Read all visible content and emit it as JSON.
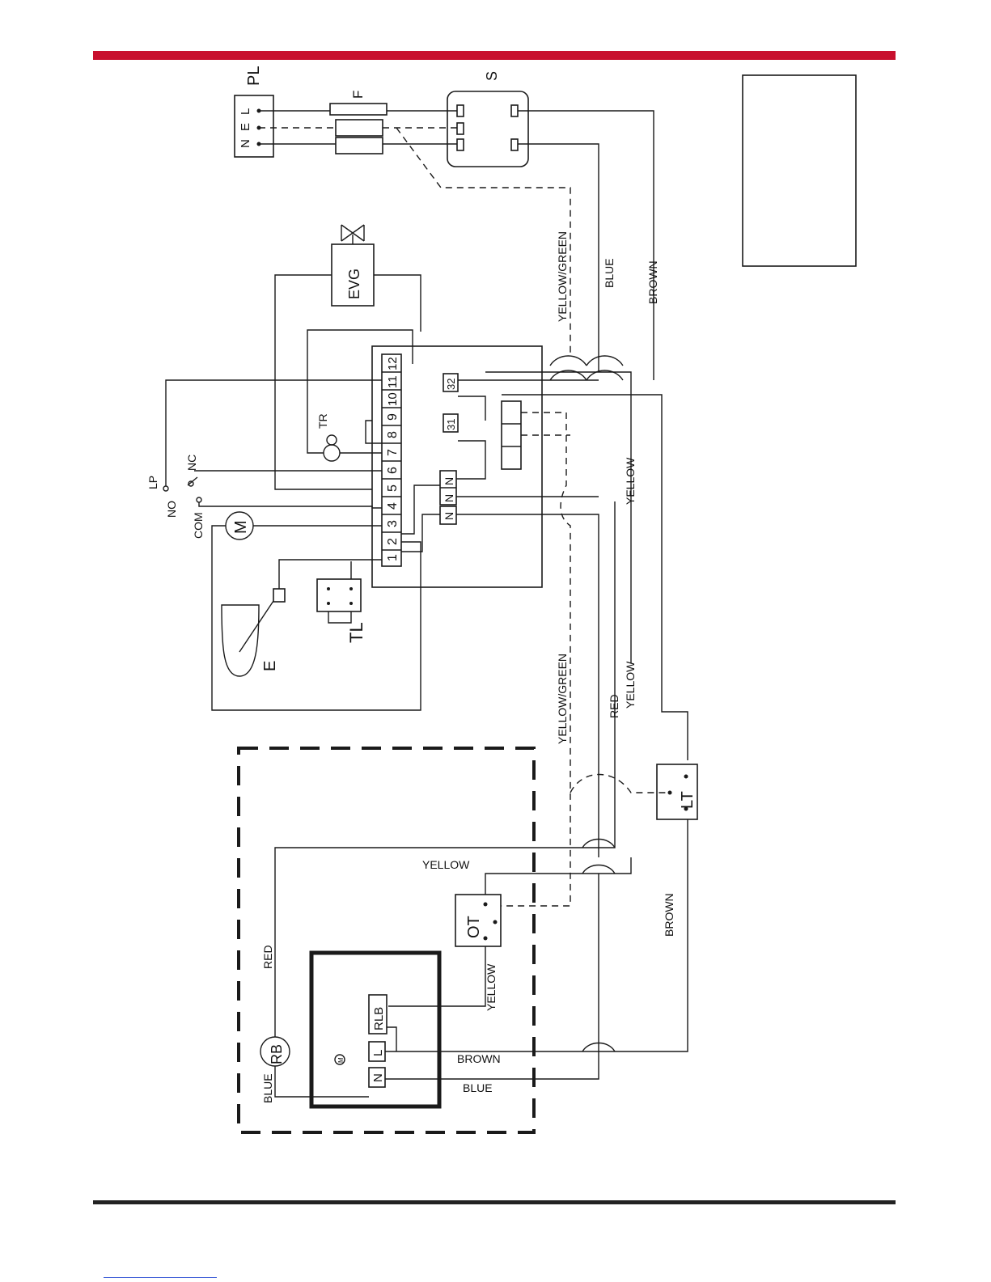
{
  "colors": {
    "header_rule": "#c8102e",
    "footer_rule": "#222222",
    "ink": "#1a1a1a"
  },
  "labels": {
    "PL": "PL",
    "L": "L",
    "E_plug": "E",
    "N": "N",
    "F": "F",
    "S": "S",
    "EVG": "EVG",
    "TR": "TR",
    "LP": "LP",
    "NO": "NO",
    "NC": "NC",
    "COM": "COM",
    "M": "M",
    "E_evap": "E",
    "TL": "TL",
    "terminals": [
      "1",
      "2",
      "3",
      "4",
      "5",
      "6",
      "7",
      "8",
      "9",
      "10",
      "11",
      "12"
    ],
    "N_term": "N",
    "T31": "31",
    "T32": "32",
    "LT": "LT",
    "OT": "OT",
    "RB": "RB",
    "RLB": "RLB",
    "M_small": "M"
  },
  "wire_labels": {
    "yellow_green_top": "YELLOW/GREEN",
    "blue_top": "BLUE",
    "brown_top": "BROWN",
    "yellow_right": "YELLOW",
    "yellow_green_mid": "YELLOW/GREEN",
    "red_mid": "RED",
    "yellow_mid": "YELLOW",
    "yellow_ot": "YELLOW",
    "yellow_rlb": "YELLOW",
    "brown_lower": "BROWN",
    "brown_lt": "BROWN",
    "blue_lower": "BLUE",
    "red_rb": "RED",
    "blue_rb": "BLUE"
  }
}
